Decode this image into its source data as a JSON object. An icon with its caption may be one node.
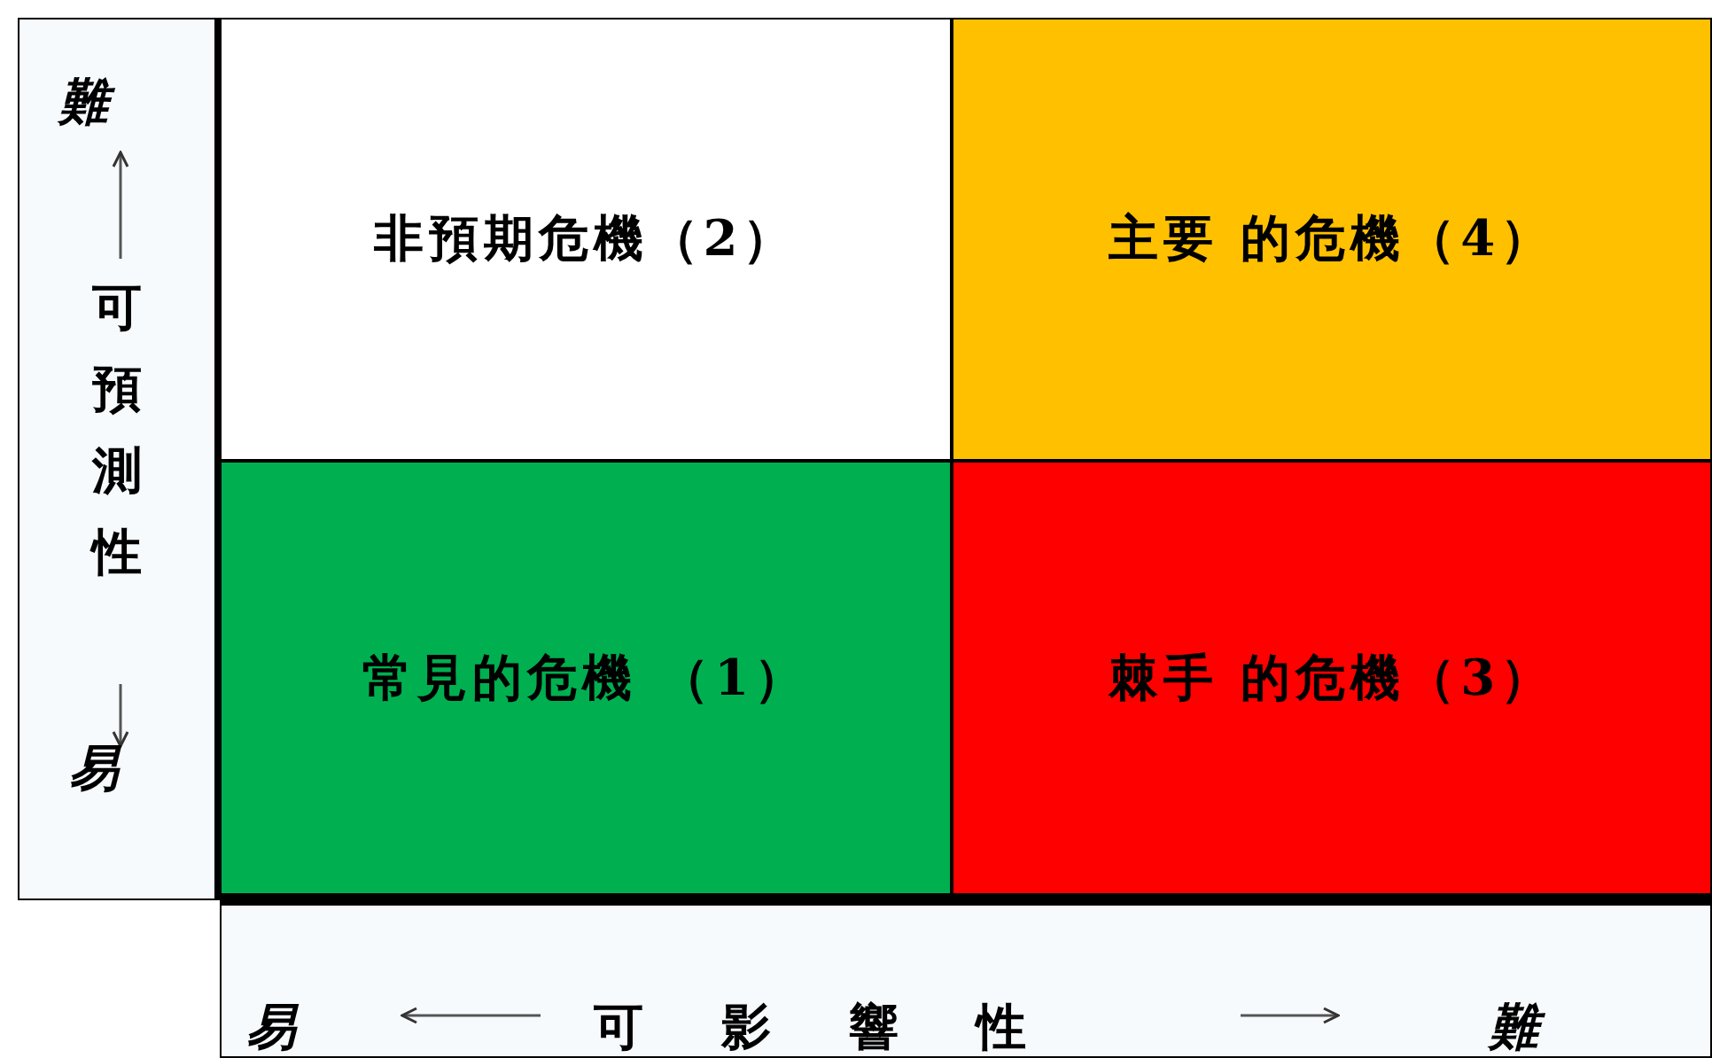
{
  "diagram": {
    "nodes": [
      {
        "text": [
          "難",
          "可預測性",
          "易"
        ]
      },
      {
        "text": [
          "非預期危機（2）"
        ]
      },
      {
        "text": [
          "主要 的危機（4）"
        ]
      },
      {
        "text": [
          "常見的危機 （1）"
        ]
      },
      {
        "text": [
          "棘手 的危機（3）"
        ]
      },
      {
        "text": [
          "易",
          "可影響性",
          "難"
        ]
      }
    ]
  }
}
